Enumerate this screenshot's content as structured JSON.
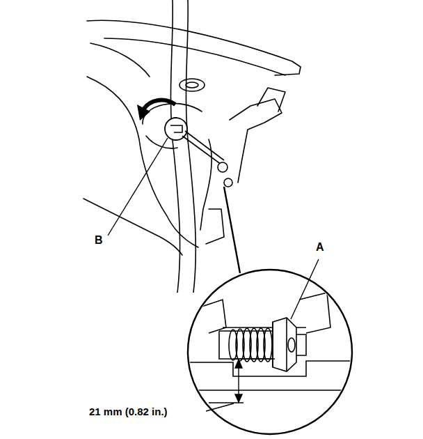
{
  "diagram": {
    "labels": [
      "B",
      "A",
      "21 mm (0.82 in.)"
    ]
  }
}
